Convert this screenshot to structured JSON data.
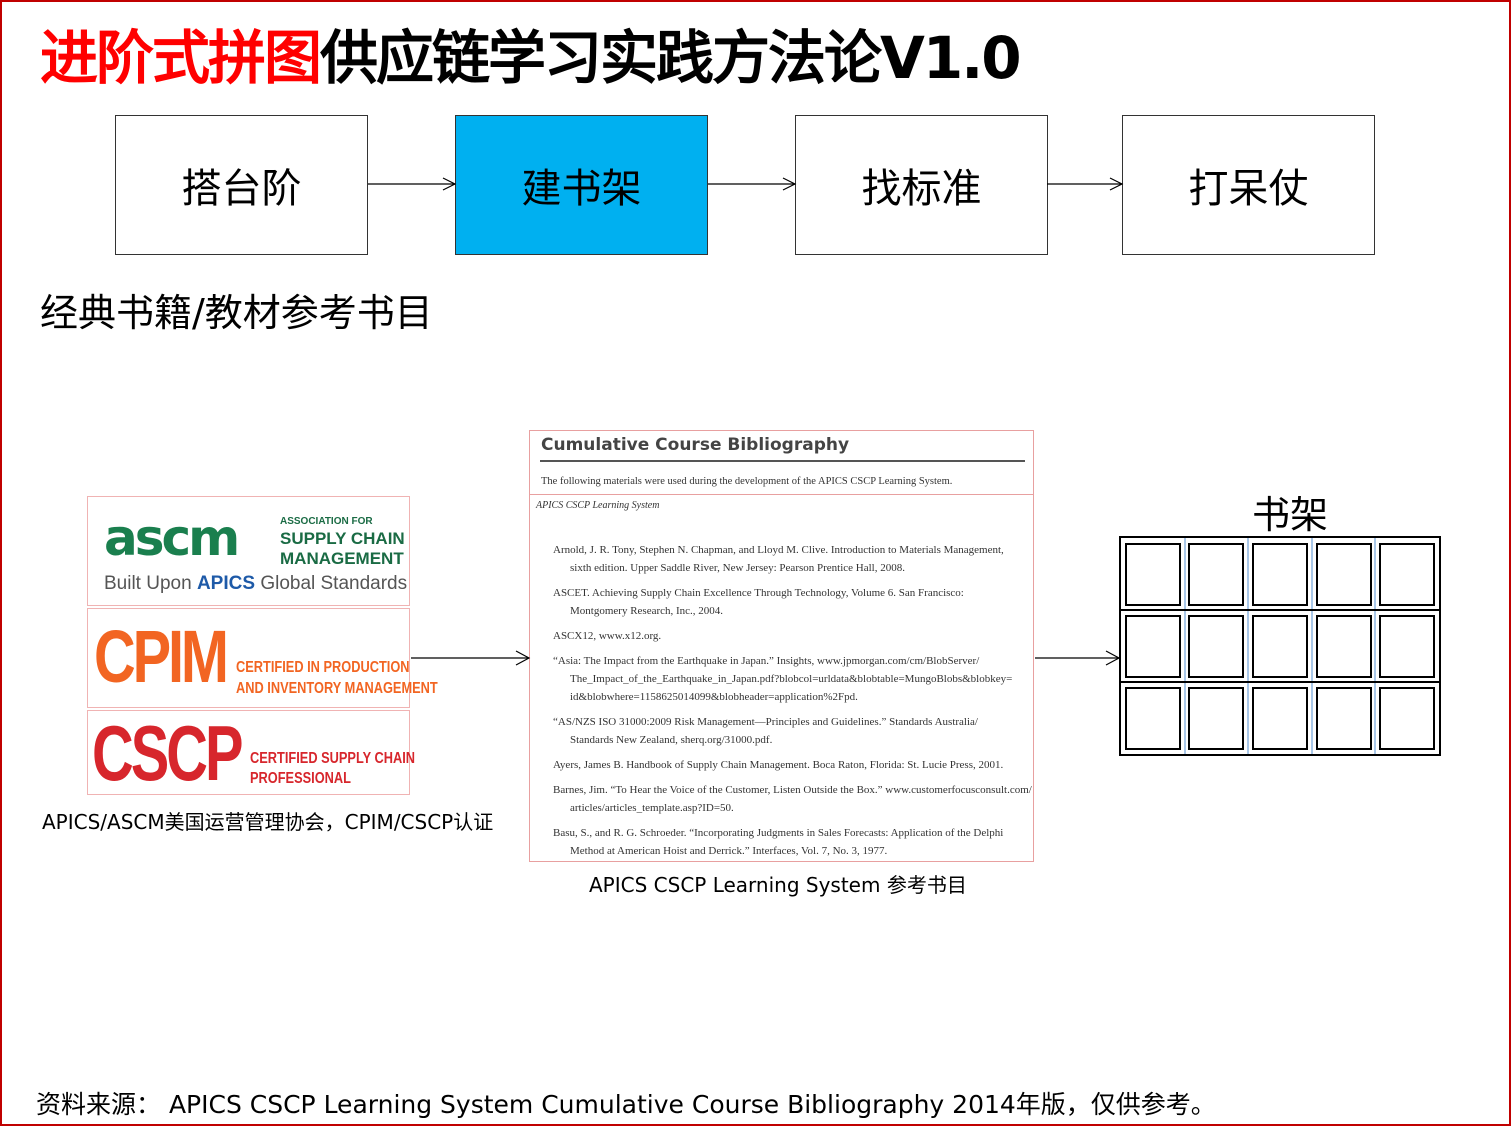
{
  "title": {
    "highlight": "进阶式拼图",
    "rest": "供应链学习实践方法论V1.0",
    "highlight_color": "#ff0000"
  },
  "steps": [
    {
      "label": "搭台阶",
      "active": false
    },
    {
      "label": "建书架",
      "active": true
    },
    {
      "label": "找标准",
      "active": false
    },
    {
      "label": "打呆仗",
      "active": false
    }
  ],
  "active_color": "#00b0f0",
  "subtitle": "经典书籍/教材参考书目",
  "logos": {
    "ascm": {
      "mark": "ascm",
      "assoc": "ASSOCIATION FOR",
      "line1": "SUPPLY CHAIN",
      "line2": "MANAGEMENT",
      "tag_prefix": "Built Upon",
      "tag_brand": "APICS",
      "tag_suffix": "Global Standards"
    },
    "cpim": {
      "mark": "CPIM",
      "line1": "CERTIFIED IN PRODUCTION",
      "line2": "AND INVENTORY MANAGEMENT"
    },
    "cscp": {
      "mark": "CSCP",
      "line1": "CERTIFIED SUPPLY CHAIN",
      "line2": "PROFESSIONAL"
    },
    "caption": "APICS/ASCM美国运营管理协会，CPIM/CSCP认证"
  },
  "bibliography": {
    "title": "Cumulative Course Bibliography",
    "intro": "The following materials were used during the development of the APICS CSCP Learning System.",
    "section": "APICS CSCP Learning System",
    "entries": [
      {
        "line1": "Arnold, J. R. Tony, Stephen N. Chapman, and Lloyd M. Clive. Introduction to Materials Management,",
        "line2": "sixth edition. Upper Saddle River, New Jersey: Pearson Prentice Hall, 2008."
      },
      {
        "line1": "ASCET. Achieving Supply Chain Excellence Through Technology, Volume 6. San Francisco:",
        "line2": "Montgomery Research, Inc., 2004."
      },
      {
        "line1": "ASCX12, www.x12.org.",
        "line2": ""
      },
      {
        "line1": "“Asia: The Impact from the Earthquake in Japan.” Insights, www.jpmorgan.com/cm/BlobServer/",
        "line2": "The_Impact_of_the_Earthquake_in_Japan.pdf?blobcol=urldata&blobtable=MungoBlobs&blobkey=",
        "line3": "id&blobwhere=1158625014099&blobheader=application%2Fpd."
      },
      {
        "line1": "“AS/NZS ISO 31000:2009 Risk Management—Principles and Guidelines.” Standards Australia/",
        "line2": "Standards New Zealand, sherq.org/31000.pdf."
      },
      {
        "line1": "Ayers, James B. Handbook of Supply Chain Management. Boca Raton, Florida: St. Lucie Press, 2001.",
        "line2": ""
      },
      {
        "line1": "Barnes, Jim. “To Hear the Voice of the Customer, Listen Outside the Box.” www.customerfocusconsult.com/",
        "line2": "articles/articles_template.asp?ID=50."
      },
      {
        "line1": "Basu, S., and R. G. Schroeder. “Incorporating Judgments in Sales Forecasts: Application of the Delphi",
        "line2": "Method at American Hoist and Derrick.” Interfaces, Vol. 7, No. 3, 1977."
      }
    ],
    "caption": "APICS CSCP Learning System 参考书目"
  },
  "shelf": {
    "title": "书架",
    "rows": 3,
    "cols": 5
  },
  "source": "资料来源： APICS CSCP Learning System Cumulative Course Bibliography 2014年版，仅供参考。"
}
